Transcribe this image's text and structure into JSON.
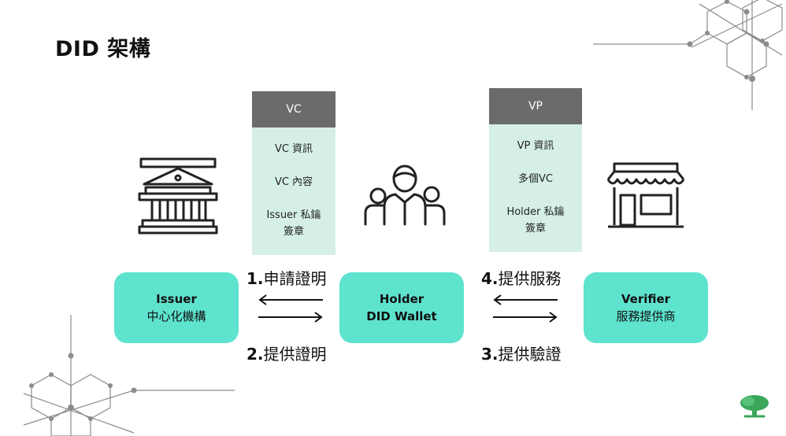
{
  "title": "DID 架構",
  "cards": {
    "vc": {
      "header": "VC",
      "lines": [
        "VC 資訊",
        "VC  內容",
        "Issuer 私鑰\n簽章"
      ]
    },
    "vp": {
      "header": "VP",
      "lines": [
        "VP 資訊",
        "多個VC",
        "Holder 私鑰\n簽章"
      ]
    }
  },
  "nodes": {
    "issuer": {
      "line1": "Issuer",
      "line2": "中心化機構"
    },
    "holder": {
      "line1": "Holder",
      "line2": "DID  Wallet"
    },
    "verifier": {
      "line1": "Verifier",
      "line2": "服務提供商"
    }
  },
  "steps": {
    "s1": {
      "num": "1.",
      "text": "申請證明"
    },
    "s2": {
      "num": "2.",
      "text": "提供證明"
    },
    "s3": {
      "num": "3.",
      "text": "提供驗證"
    },
    "s4": {
      "num": "4.",
      "text": "提供服務"
    }
  },
  "icons": {
    "issuer": "bank-building-icon",
    "holder": "people-group-icon",
    "verifier": "storefront-icon",
    "logo": "tree-logo-icon"
  },
  "colors": {
    "node_fill": "#5ee3cf",
    "card_header": "#6b6b6b",
    "card_body": "#d5efe8",
    "logo_green": "#3aa65a"
  }
}
